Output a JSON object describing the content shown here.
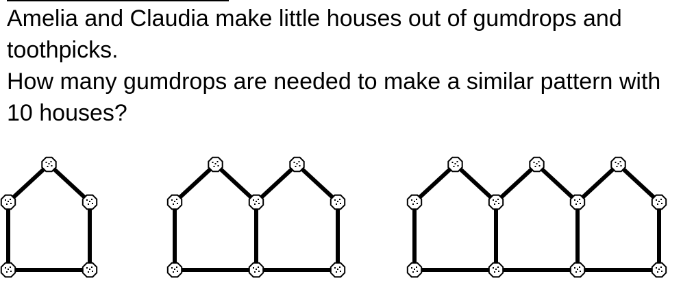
{
  "problem": {
    "line1": "Amelia and Claudia make little houses out of gumdrops and toothpicks.",
    "line2": "How many gumdrops are needed to make a similar pattern with 10 houses?"
  },
  "figures": [
    {
      "houses": 1
    },
    {
      "houses": 2
    },
    {
      "houses": 3
    }
  ],
  "colors": {
    "stroke": "#000000",
    "gumdrop_fill": "#ffffff"
  }
}
